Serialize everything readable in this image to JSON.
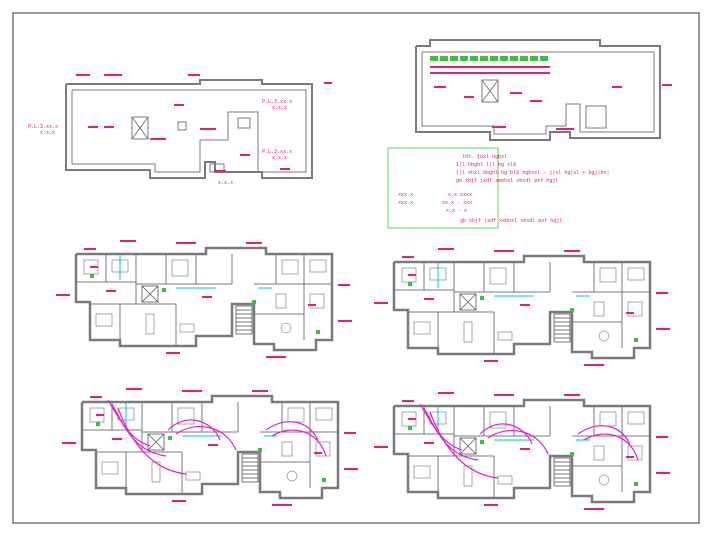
{
  "colors": {
    "wall": "#7a7a7a",
    "wall_dark": "#555555",
    "annotation": "#e0207a",
    "accent_cyan": "#00c8d8",
    "accent_green": "#3fbf3f",
    "note_box": "#66cc66"
  },
  "roof_plan_left": {
    "level_left": "P.L.3.xx.x",
    "level_left_sub": "x.x.x",
    "level_right_1": "P.L.3.xx.x",
    "level_right_1_sub": "x.x.x",
    "level_right_2": "P.L.3.xx.x",
    "level_right_2_sub": "x.x.x",
    "bottom_tag": "x.x.x"
  },
  "notes": {
    "line1": "ldt. joxl hgbxl",
    "line2": "1|l hbghl l|l hg`xlb",
    "line3": "{|l xhxl bbghl hg`blb hgbsxl - j|xl hg|xl + bgj|bx|",
    "line4": "gb xbjf jxdf xebhxl xbxdl pxf hgjl",
    "table_left_1": "xxx.x",
    "table_left_2": "xxx.x",
    "table_mid_1": "x.x xxxx",
    "table_mid_2": "xx.x - xxx",
    "table_mid_3": "x.x - x",
    "footer": "gb xbjf jxdf xebhxl xbxdl pxf hgjl"
  },
  "icons": [
    "stair-icon",
    "elevator-icon",
    "furniture-icon",
    "plant-icon"
  ]
}
